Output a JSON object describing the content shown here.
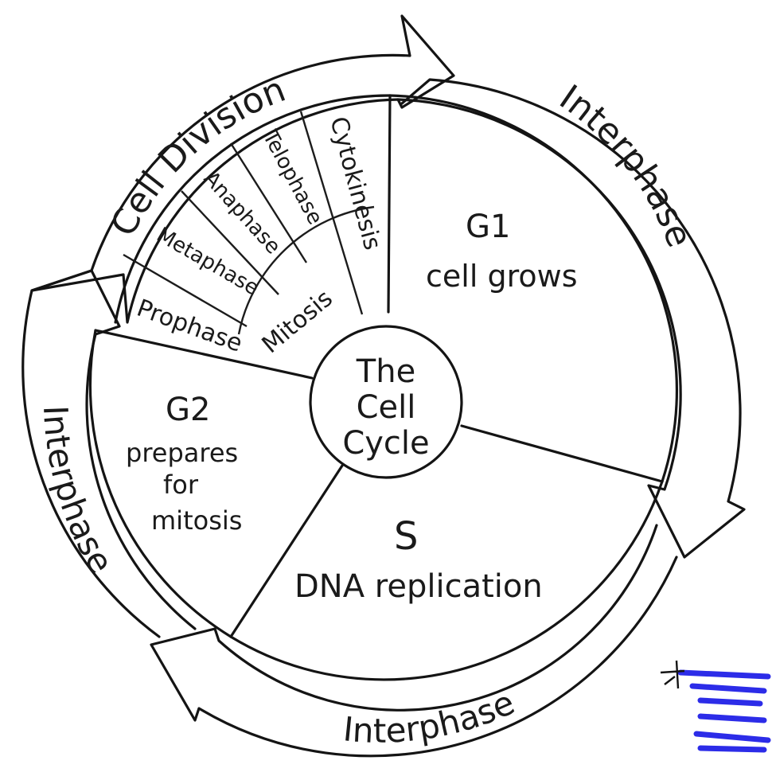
{
  "diagram": {
    "title": "The Cell Cycle",
    "center": {
      "line1": "The",
      "line2": "Cell",
      "line3": "Cycle"
    },
    "outer_arrows": [
      {
        "id": "cell-division",
        "label": "Cell Division"
      },
      {
        "id": "interphase-right",
        "label": "Interphase"
      },
      {
        "id": "interphase-bottom",
        "label": "Interphase"
      },
      {
        "id": "interphase-left",
        "label": "Interphase"
      }
    ],
    "phases": [
      {
        "id": "g1",
        "name": "G1",
        "description": "cell grows"
      },
      {
        "id": "s",
        "name": "S",
        "description": "DNA replication"
      },
      {
        "id": "g2",
        "name": "G2",
        "description_line1": "prepares",
        "description_line2": "for",
        "description_line3": "mitosis"
      }
    ],
    "mitosis": {
      "label": "Mitosis",
      "stages": [
        "Prophase",
        "Metaphase",
        "Anaphase",
        "Telophase"
      ],
      "cytokinesis": "Cytokinesis"
    },
    "colors": {
      "ink": "#141414",
      "scribble": "#1a1ae6",
      "paper": "#ffffff"
    }
  }
}
